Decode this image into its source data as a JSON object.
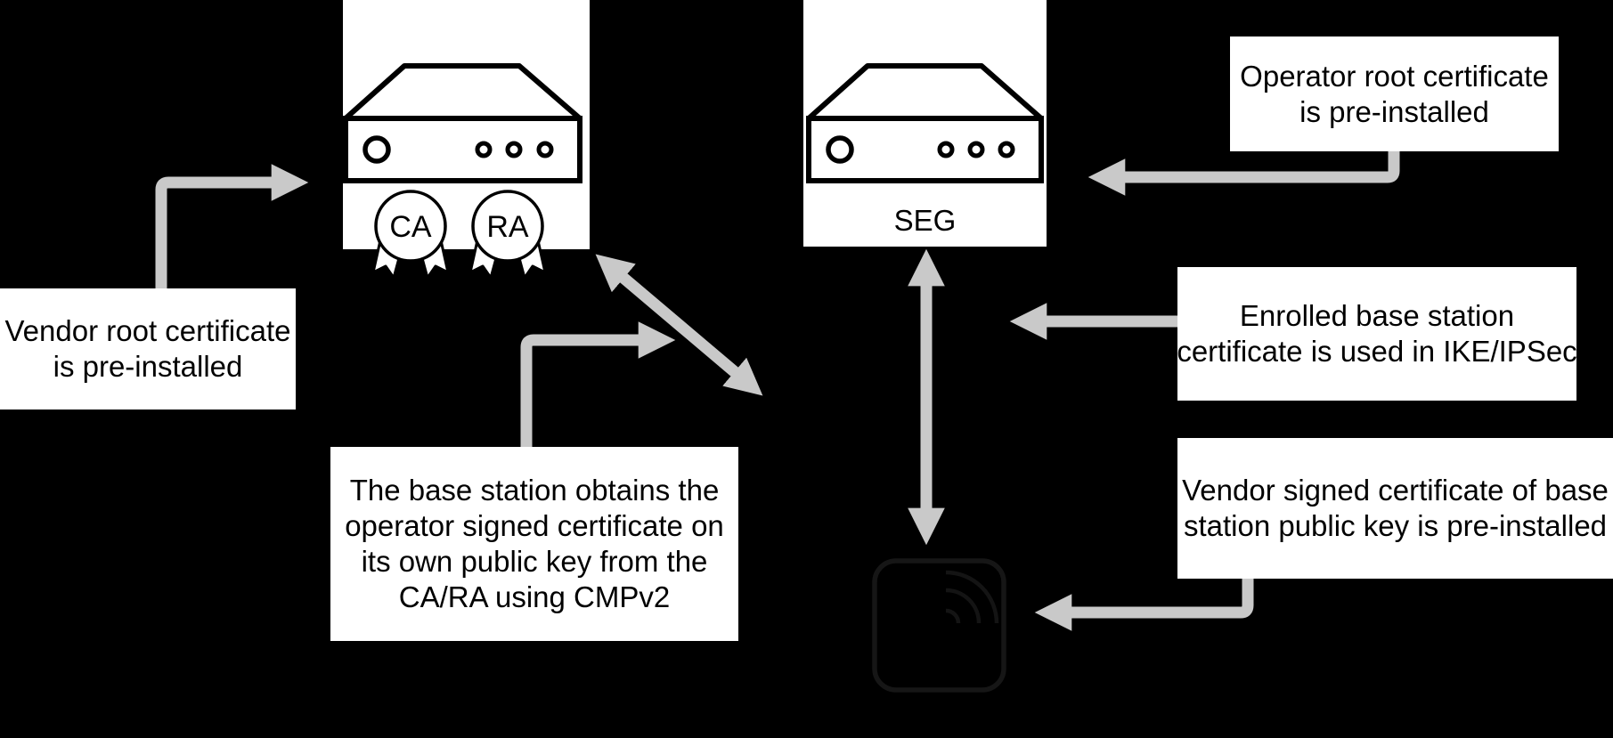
{
  "diagram_title": "Base station certificate enrollment (CMPv2) overview",
  "colors": {
    "background": "#000000",
    "box_background": "#ffffff",
    "text": "#000000",
    "arrow": "#c9c9c9",
    "faint_icon": "#161616"
  },
  "nodes": {
    "ca_ra_server": {
      "icon": "server-icon",
      "badges": [
        {
          "label": "CA"
        },
        {
          "label": "RA"
        }
      ]
    },
    "seg_server": {
      "icon": "server-icon",
      "label": "SEG"
    },
    "base_station": {
      "icon": "base-station-wireless-icon"
    }
  },
  "callouts": {
    "vendor_root": {
      "lines": [
        "Vendor root certificate",
        "is pre-installed"
      ]
    },
    "operator_root": {
      "lines": [
        "Operator root certificate",
        "is pre-installed"
      ]
    },
    "enrolled_cert": {
      "lines": [
        "Enrolled base station",
        "certificate is used in IKE/IPSec"
      ]
    },
    "vendor_signed": {
      "lines": [
        "Vendor signed certificate of base",
        "station public key is pre-installed"
      ]
    },
    "cmpv2": {
      "lines": [
        "The base station obtains the",
        "operator signed certificate on",
        "its own public key from the",
        "CA/RA using CMPv2"
      ]
    }
  },
  "connections": [
    {
      "from": "vendor_root_callout",
      "to": "ca_ra_server",
      "type": "single-arrow"
    },
    {
      "from": "operator_root_callout",
      "to": "seg_server",
      "type": "single-arrow"
    },
    {
      "from": "cmpv2_callout",
      "to": "ca_ra_base_station_link",
      "type": "single-arrow"
    },
    {
      "from": "enrolled_cert_callout",
      "to": "seg_base_station_link",
      "type": "single-arrow"
    },
    {
      "from": "vendor_signed_callout",
      "to": "base_station",
      "type": "single-arrow"
    },
    {
      "from": "ca_ra_server",
      "to": "base_station",
      "type": "double-arrow"
    },
    {
      "from": "seg_server",
      "to": "base_station",
      "type": "double-arrow"
    }
  ]
}
